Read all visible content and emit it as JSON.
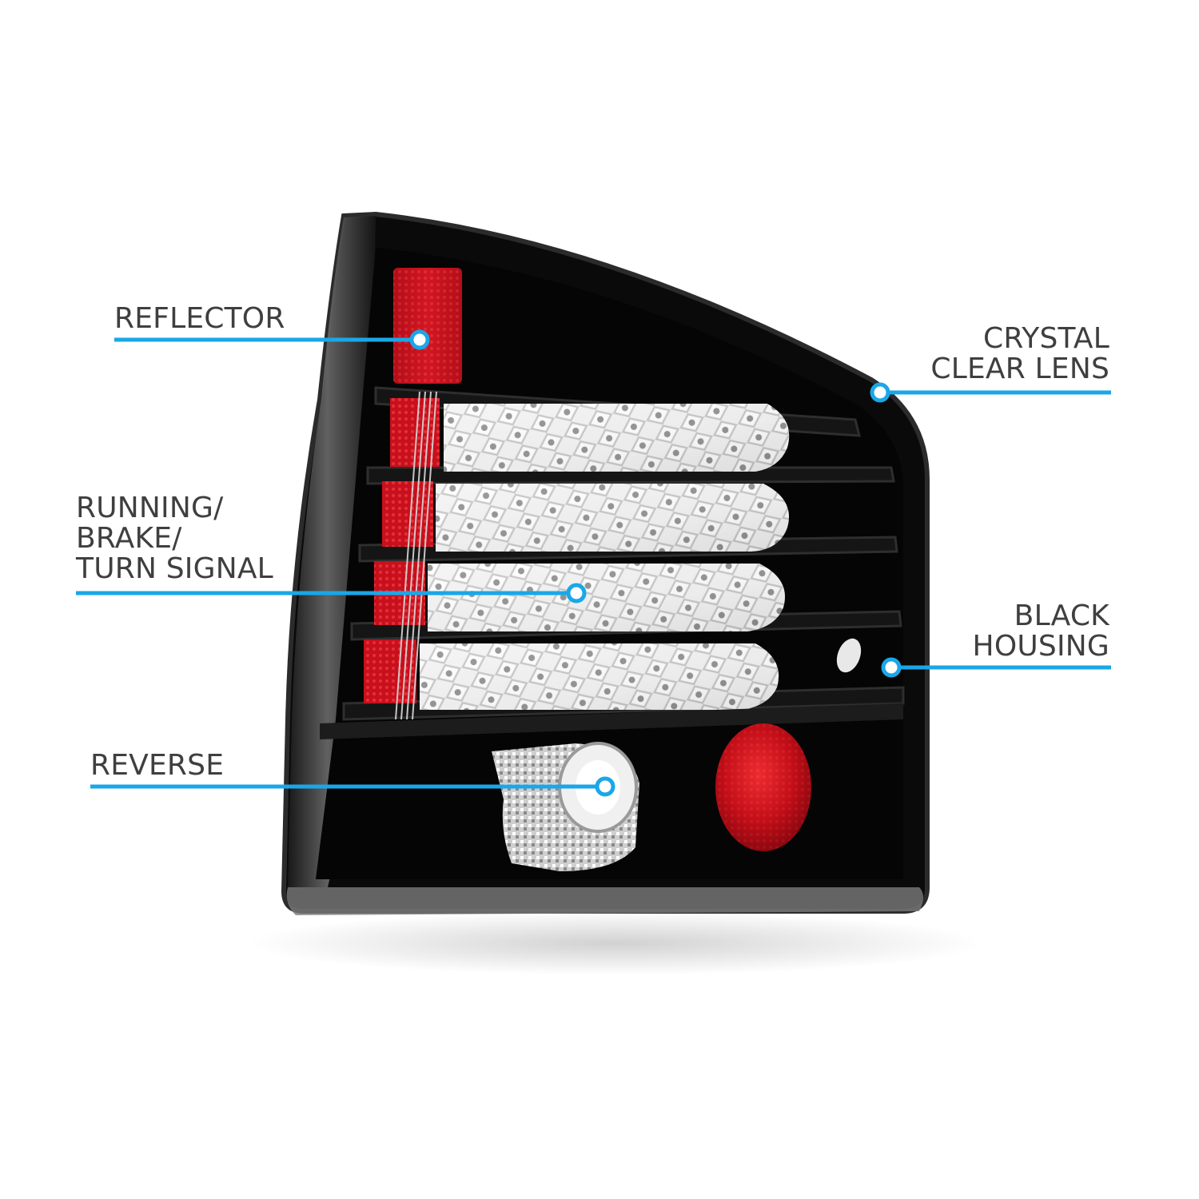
{
  "colors": {
    "background": "#ffffff",
    "callout_line": "#1aa7e8",
    "callout_dot_fill": "#ffffff",
    "label_text": "#3f3f3f",
    "housing": "#050505",
    "reflector_red": "#c8101c",
    "led_white": "#e6e6e6"
  },
  "callouts": {
    "reflector": {
      "lines": [
        "REFLECTOR"
      ]
    },
    "crystal_clear_lens": {
      "lines": [
        "CRYSTAL",
        "CLEAR LENS"
      ]
    },
    "running_brake_turn": {
      "lines": [
        "RUNNING/",
        "BRAKE/",
        "TURN SIGNAL"
      ]
    },
    "black_housing": {
      "lines": [
        "BLACK",
        "HOUSING"
      ]
    },
    "reverse": {
      "lines": [
        "REVERSE"
      ]
    }
  }
}
